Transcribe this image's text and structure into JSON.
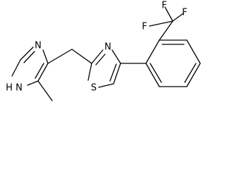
{
  "structure": {
    "atoms": {
      "nh": "N",
      "nh_h": "H",
      "n_imidazole": "N",
      "n_thiazole": "N",
      "s_thiazole": "S",
      "f_top": "F",
      "f_left": "F",
      "f_lower": "F"
    }
  }
}
